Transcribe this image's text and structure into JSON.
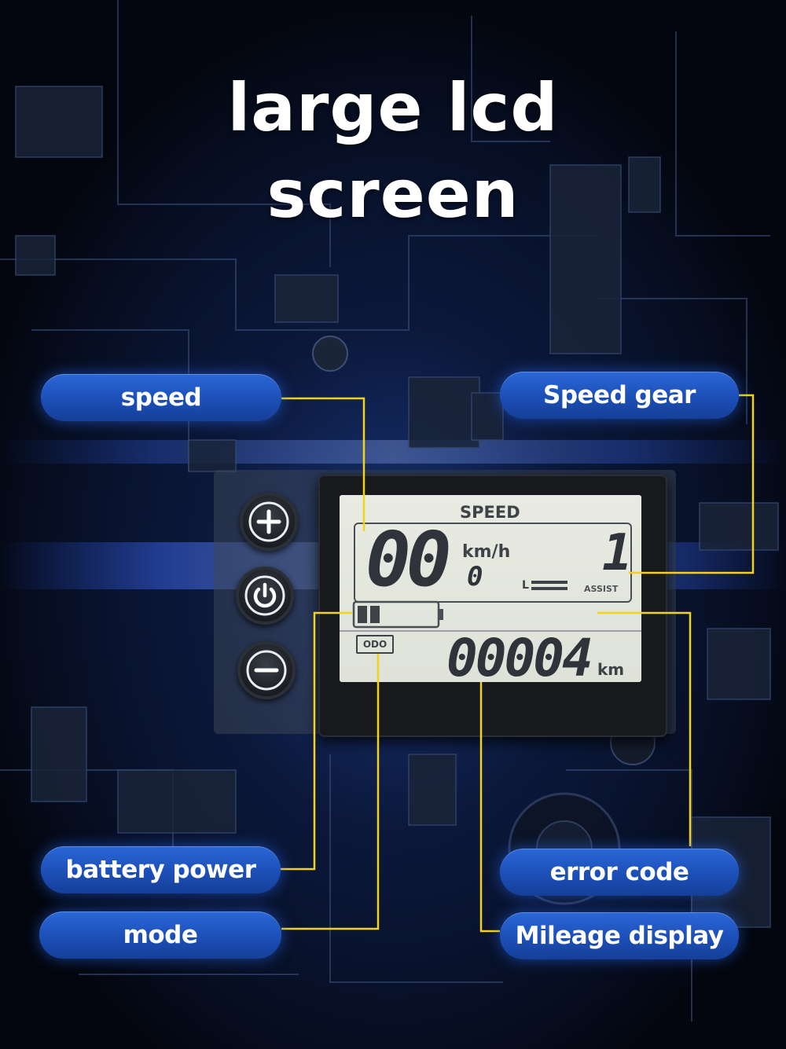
{
  "title": {
    "line1": "large lcd",
    "line2": "screen"
  },
  "callouts": {
    "speed": "speed",
    "speed_gear": "Speed gear",
    "battery_power": "battery power",
    "mode": "mode",
    "error_code": "error code",
    "mileage_display": "Mileage display"
  },
  "lcd": {
    "header": "SPEED",
    "speed_value": "00",
    "speed_unit": "km/h",
    "speed_decimal": "0",
    "light_indicator": "L",
    "assist_level": "1",
    "assist_label": "ASSIST",
    "battery_bars": 2,
    "mode_label": "ODO",
    "odometer_value": "00004",
    "odometer_unit": "km"
  },
  "colors": {
    "callout_fill": "#1c4fb7",
    "leader_line": "#f2d21a",
    "lcd_background": "#e4e6dd",
    "lcd_segments": "#30343a"
  },
  "icons": {
    "plus_button": "plus-icon",
    "power_button": "power-icon",
    "minus_button": "minus-icon"
  }
}
